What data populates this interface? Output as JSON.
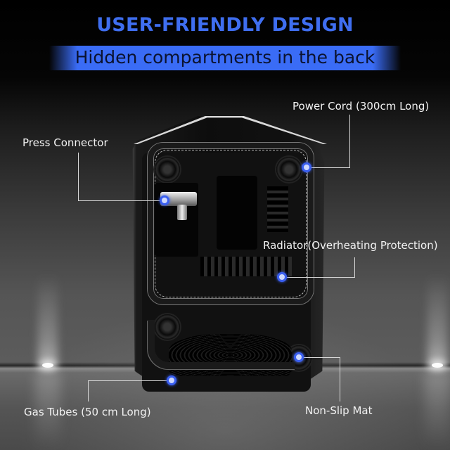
{
  "header": {
    "headline": "USER-FRIENDLY DESIGN",
    "banner": "Hidden compartments in the back"
  },
  "colors": {
    "headline": "#3f6ef0",
    "banner_bg": "#3a6cf6",
    "banner_text": "#0b1330",
    "callout_dot": "#3a5ff0",
    "callout_text": "#f2f2f2"
  },
  "product": {
    "subject": "tire-inflator-air-compressor-back-view"
  },
  "callouts": [
    {
      "id": "power-cord",
      "label": "Power Cord  (300cm Long)"
    },
    {
      "id": "press-connector",
      "label": "Press Connector"
    },
    {
      "id": "radiator",
      "label": "Radiator(Overheating Protection)"
    },
    {
      "id": "gas-tubes",
      "label": "Gas Tubes  (50 cm Long)"
    },
    {
      "id": "non-slip-mat",
      "label": "Non-Slip Mat"
    }
  ]
}
